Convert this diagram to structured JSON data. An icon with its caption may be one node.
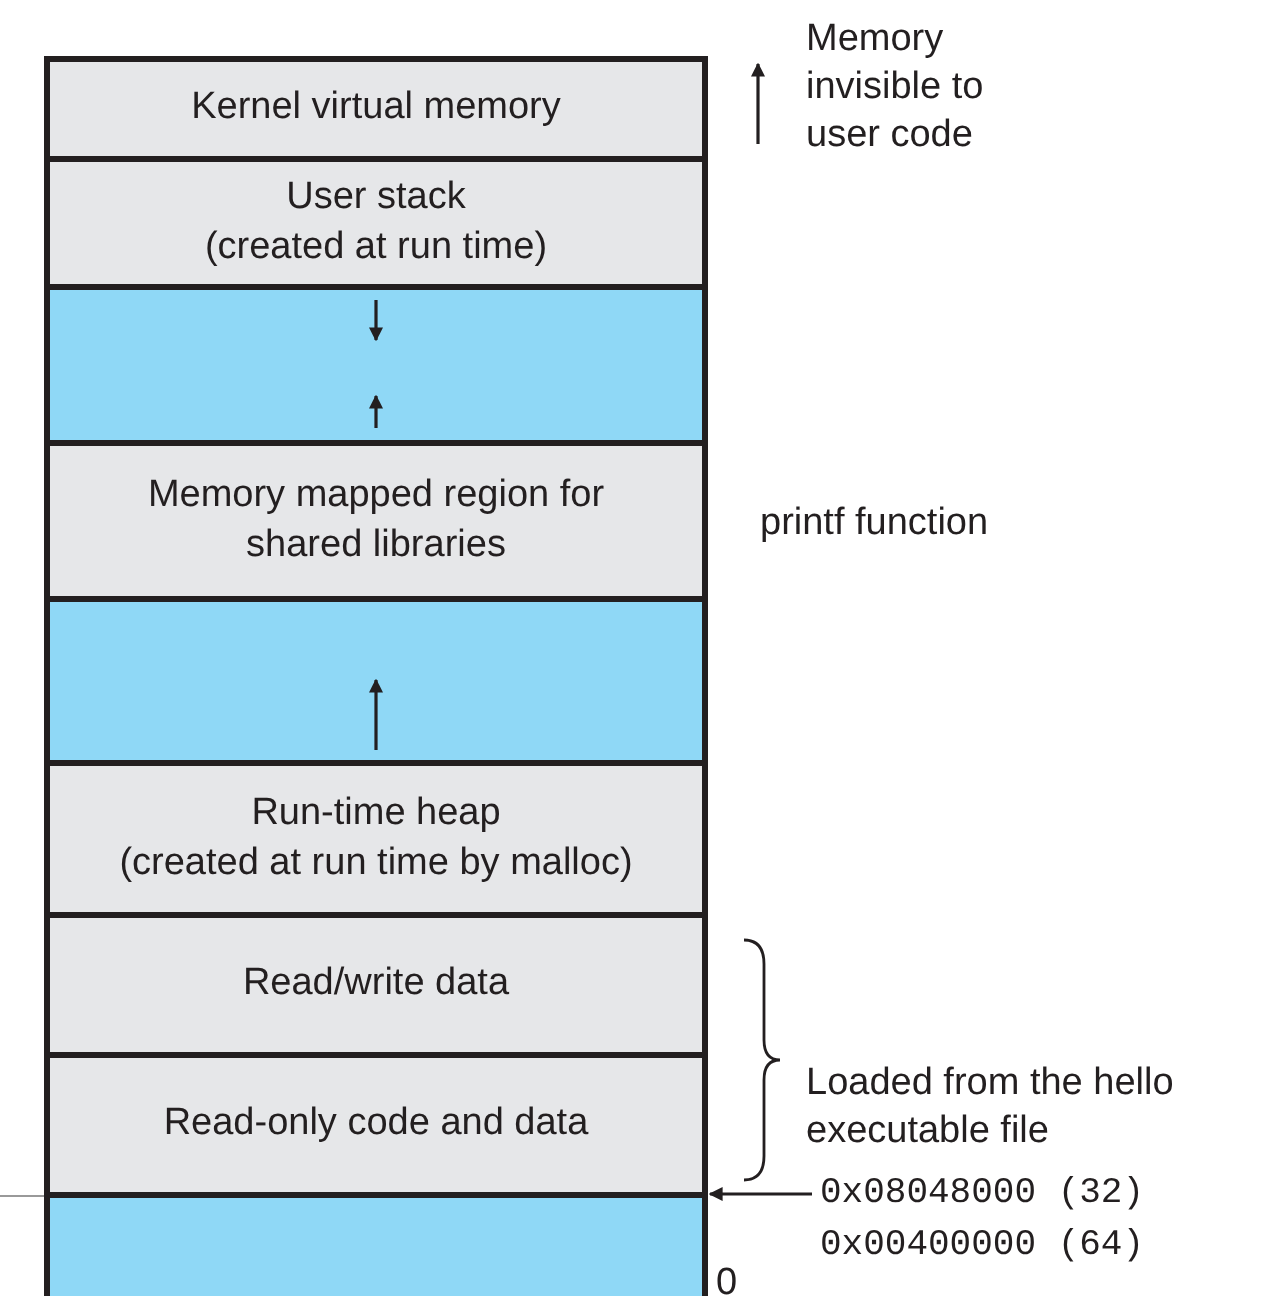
{
  "diagram": {
    "nodes": [
      {
        "text": [
          "Kernel virtual memory"
        ]
      },
      {
        "text": [
          "User stack",
          "(created at run time)"
        ]
      },
      {
        "text": [],
        "shape": "box"
      },
      {
        "text": [
          "Memory mapped region for shared libraries"
        ]
      },
      {
        "text": [],
        "shape": "box"
      },
      {
        "text": [
          "Run-time heap",
          "(created at run time by malloc)"
        ]
      },
      {
        "text": [
          "Read/write data"
        ]
      },
      {
        "text": [
          "Read-only code and data"
        ]
      },
      {
        "text": [],
        "shape": "box"
      },
      {
        "text": [
          "0x08048000 (32)",
          "0x00400000 (64)"
        ]
      }
    ],
    "edges": [
      {
        "from": 9,
        "to": 8,
        "arrow": "to"
      }
    ],
    "labels": [
      "Memory invisible to user code",
      "printf function",
      "Loaded from the hello executable file",
      "0"
    ]
  }
}
